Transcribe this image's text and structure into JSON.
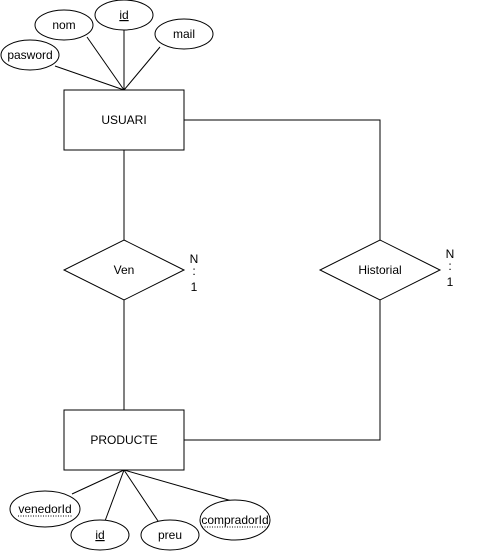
{
  "entities": {
    "usuari": "USUARI",
    "producte": "PRODUCTE"
  },
  "relationships": {
    "ven": "Ven",
    "historial": "Historial"
  },
  "cardinalities": {
    "ven": {
      "n": "N",
      "sep": ":",
      "one": "1"
    },
    "historial": {
      "n": "N",
      "sep": ":",
      "one": "1"
    }
  },
  "usuari_attributes": {
    "nom": "nom",
    "id": "id",
    "mail": "mail",
    "pasword": "pasword"
  },
  "producte_attributes": {
    "venedorId": "venedorId",
    "id": "id",
    "preu": "preu",
    "compradorId": "compradorId"
  }
}
